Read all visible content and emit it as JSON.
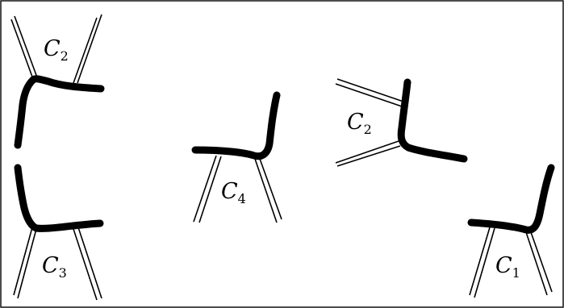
{
  "figure": {
    "labels": [
      {
        "letter": "C",
        "index": "2"
      },
      {
        "letter": "C",
        "index": "3"
      },
      {
        "letter": "C",
        "index": "4"
      },
      {
        "letter": "C",
        "index": "2"
      },
      {
        "letter": "C",
        "index": "1"
      }
    ]
  },
  "colors": {
    "ink": "#000000",
    "background": "#ffffff",
    "frame": "#000000"
  }
}
